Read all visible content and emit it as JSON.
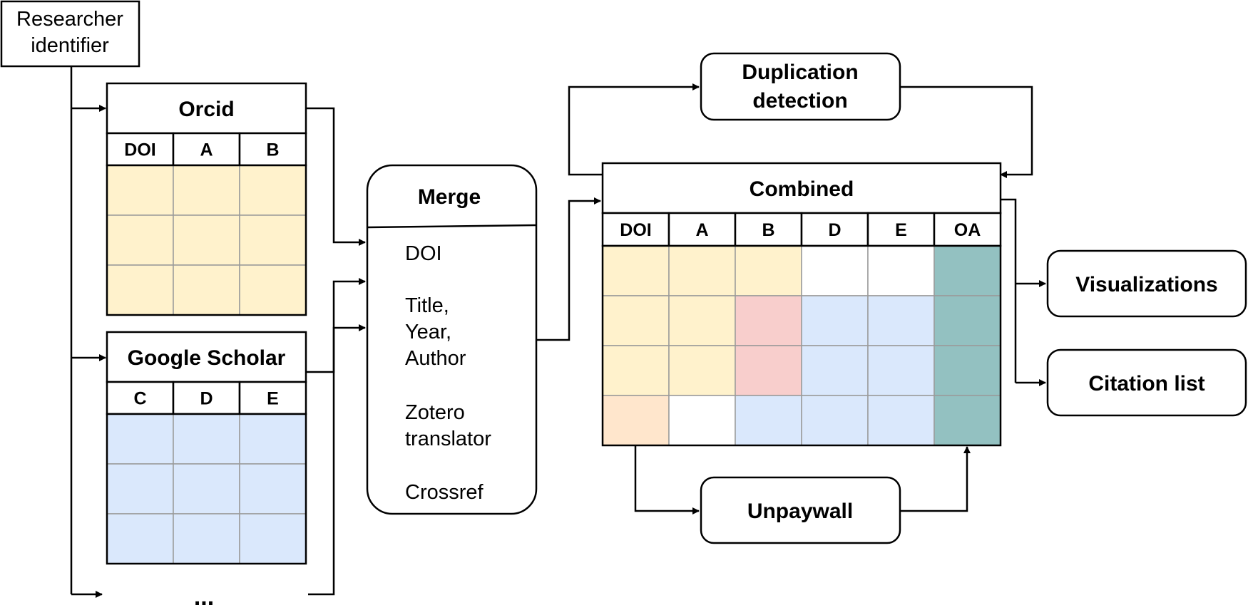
{
  "researcher_label": [
    "Researcher",
    "identifier"
  ],
  "orcid": {
    "title": "Orcid",
    "columns": [
      "DOI",
      "A",
      "B"
    ],
    "rows": 3,
    "fill": "#fff2cc"
  },
  "scholar": {
    "title": "Google Scholar",
    "columns": [
      "C",
      "D",
      "E"
    ],
    "rows": 3,
    "fill": "#dae8fc"
  },
  "ellipsis": "...",
  "merge": {
    "title": "Merge",
    "items": [
      [
        "DOI"
      ],
      [
        "Title,",
        "Year,",
        "Author"
      ],
      [
        "Zotero",
        "translator"
      ],
      [
        "Crossref"
      ]
    ]
  },
  "duplication": [
    "Duplication",
    "detection"
  ],
  "combined": {
    "title": "Combined",
    "columns": [
      "DOI",
      "A",
      "B",
      "D",
      "E",
      "OA"
    ],
    "cells": [
      [
        "yellow",
        "yellow",
        "yellow",
        "white",
        "white",
        "teal"
      ],
      [
        "yellow",
        "yellow",
        "pink",
        "blue",
        "blue",
        "teal"
      ],
      [
        "yellow",
        "yellow",
        "pink",
        "blue",
        "blue",
        "teal"
      ],
      [
        "peach",
        "white",
        "blue",
        "blue",
        "blue",
        "teal"
      ]
    ]
  },
  "unpaywall": "Unpaywall",
  "visualizations": "Visualizations",
  "citation_list": "Citation list",
  "colors": {
    "yellow": "#fff2cc",
    "blue": "#dae8fc",
    "pink": "#f8cecc",
    "peach": "#ffe6cc",
    "teal": "#93c1c1",
    "white": "#ffffff"
  }
}
